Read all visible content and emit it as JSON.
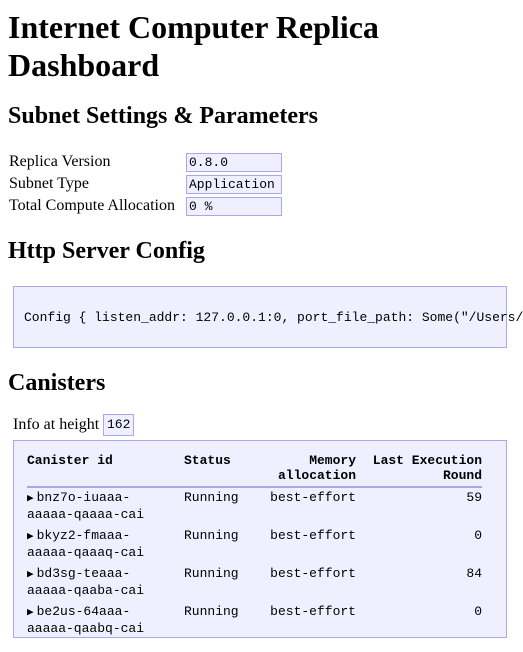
{
  "page": {
    "title": "Internet Computer Replica Dashboard"
  },
  "subnet": {
    "heading": "Subnet Settings & Parameters",
    "rows": [
      {
        "label": "Replica Version",
        "value": "0.8.0"
      },
      {
        "label": "Subnet Type",
        "value": "Application"
      },
      {
        "label": "Total Compute Allocation",
        "value": "0 %"
      }
    ]
  },
  "http": {
    "heading": "Http Server Config",
    "config": "Config { listen_addr: 127.0.0.1:0, port_file_path: Some(\"/Users/"
  },
  "canisters": {
    "heading": "Canisters",
    "info_label": "Info at height",
    "height": "162",
    "columns": {
      "id": "Canister id",
      "status": "Status",
      "memory_line1": "Memory",
      "memory_line2": "allocation",
      "last_line1": "Last Execution",
      "last_line2": "Round"
    },
    "rows": [
      {
        "id_line1": "bnz7o-iuaaa-",
        "id_line2": "aaaaa-qaaaa-cai",
        "status": "Running",
        "memory": "best-effort",
        "round": "59"
      },
      {
        "id_line1": "bkyz2-fmaaa-",
        "id_line2": "aaaaa-qaaaq-cai",
        "status": "Running",
        "memory": "best-effort",
        "round": "0"
      },
      {
        "id_line1": "bd3sg-teaaa-",
        "id_line2": "aaaaa-qaaba-cai",
        "status": "Running",
        "memory": "best-effort",
        "round": "84"
      },
      {
        "id_line1": "be2us-64aaa-",
        "id_line2": "aaaaa-qaabq-cai",
        "status": "Running",
        "memory": "best-effort",
        "round": "0"
      }
    ]
  }
}
